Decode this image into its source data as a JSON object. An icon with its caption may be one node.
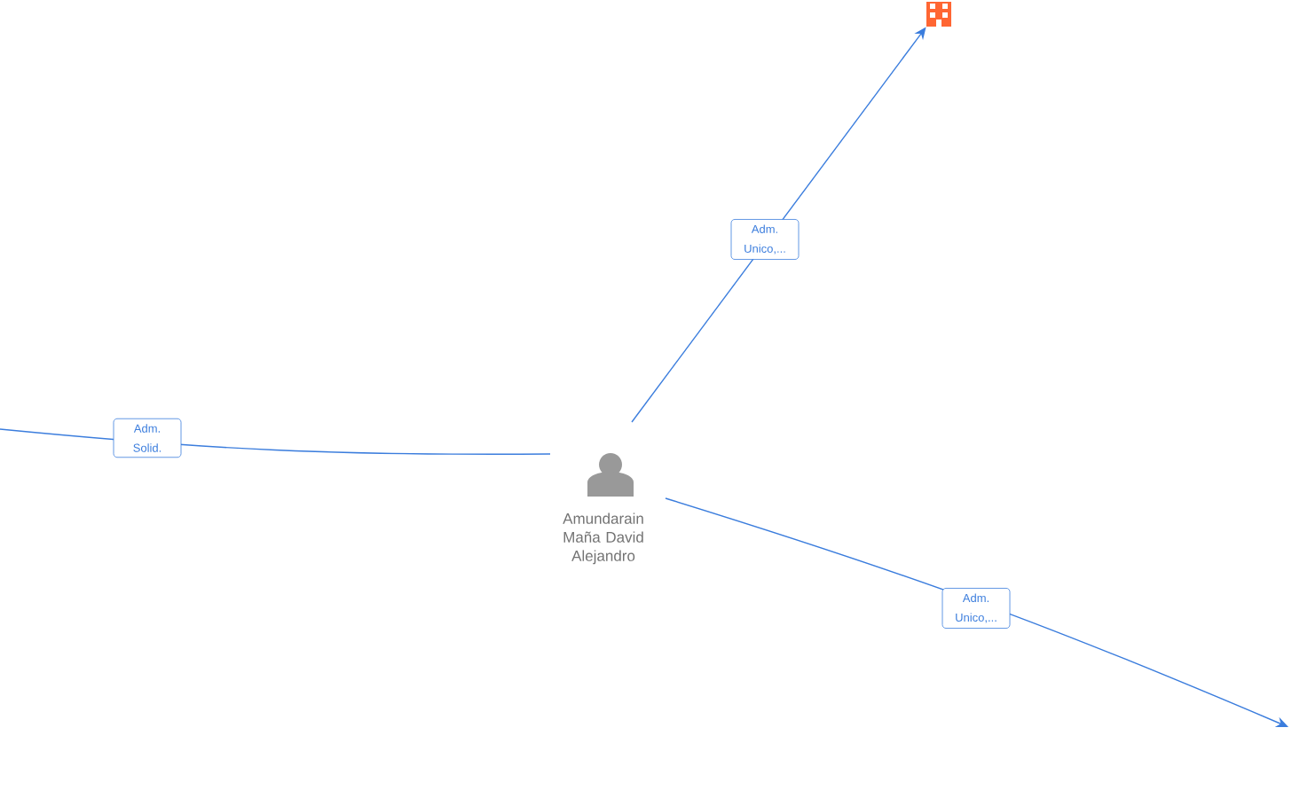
{
  "diagram": {
    "nodes": [
      {
        "text": [
          "Amundarain Maña David Alejandro"
        ]
      },
      {
        "text": [],
        "shape": "building"
      }
    ],
    "edges": [
      {
        "from": 0,
        "to": 1,
        "arrow": "to",
        "label": "Adm. Unico,..."
      },
      {
        "from": null,
        "to": 0,
        "arrow": "none",
        "label": "Adm. Solid."
      },
      {
        "from": 0,
        "to": null,
        "arrow": "to",
        "label": "Adm. Unico,..."
      }
    ]
  }
}
